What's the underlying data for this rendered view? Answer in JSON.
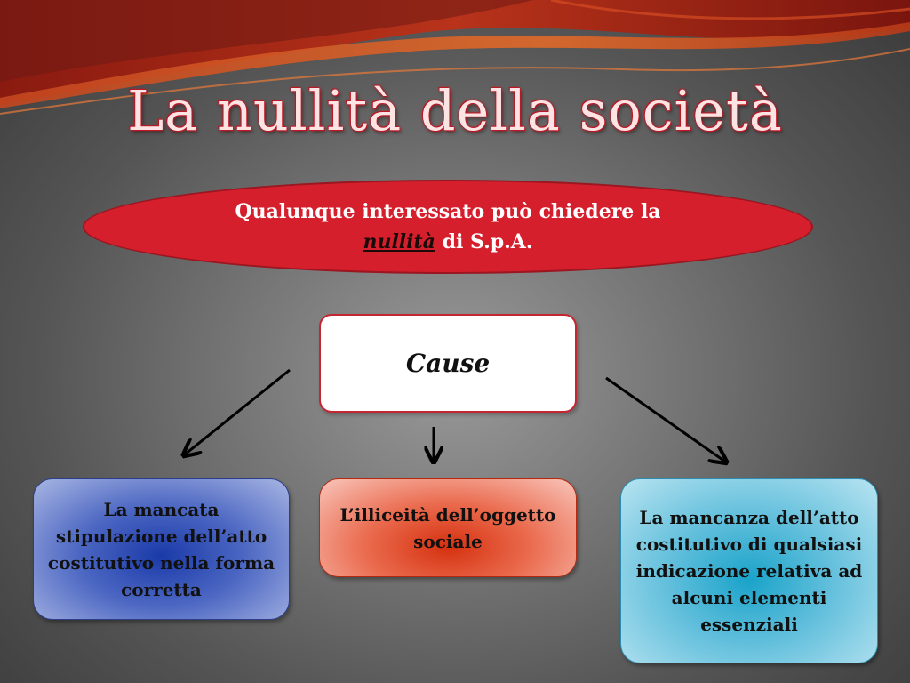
{
  "title": "La nullità della società",
  "ellipse": {
    "line1": "Qualunque interessato può chiedere la",
    "emphasis": "nullità",
    "line2_rest": " di S.p.A."
  },
  "center_box": {
    "label": "Cause"
  },
  "boxes": [
    {
      "text": "La mancata stipulazione dell’atto costitutivo nella forma corretta"
    },
    {
      "text": "L’illiceità dell’oggetto sociale"
    },
    {
      "text": "La mancanza dell’atto costitutivo di qualsiasi indicazione relativa ad alcuni elementi essenziali"
    }
  ],
  "colors": {
    "accent_red": "#d61f2c",
    "left_box": "#4b66c2",
    "mid_box": "#ea6a4d",
    "right_box": "#62bfdc"
  }
}
